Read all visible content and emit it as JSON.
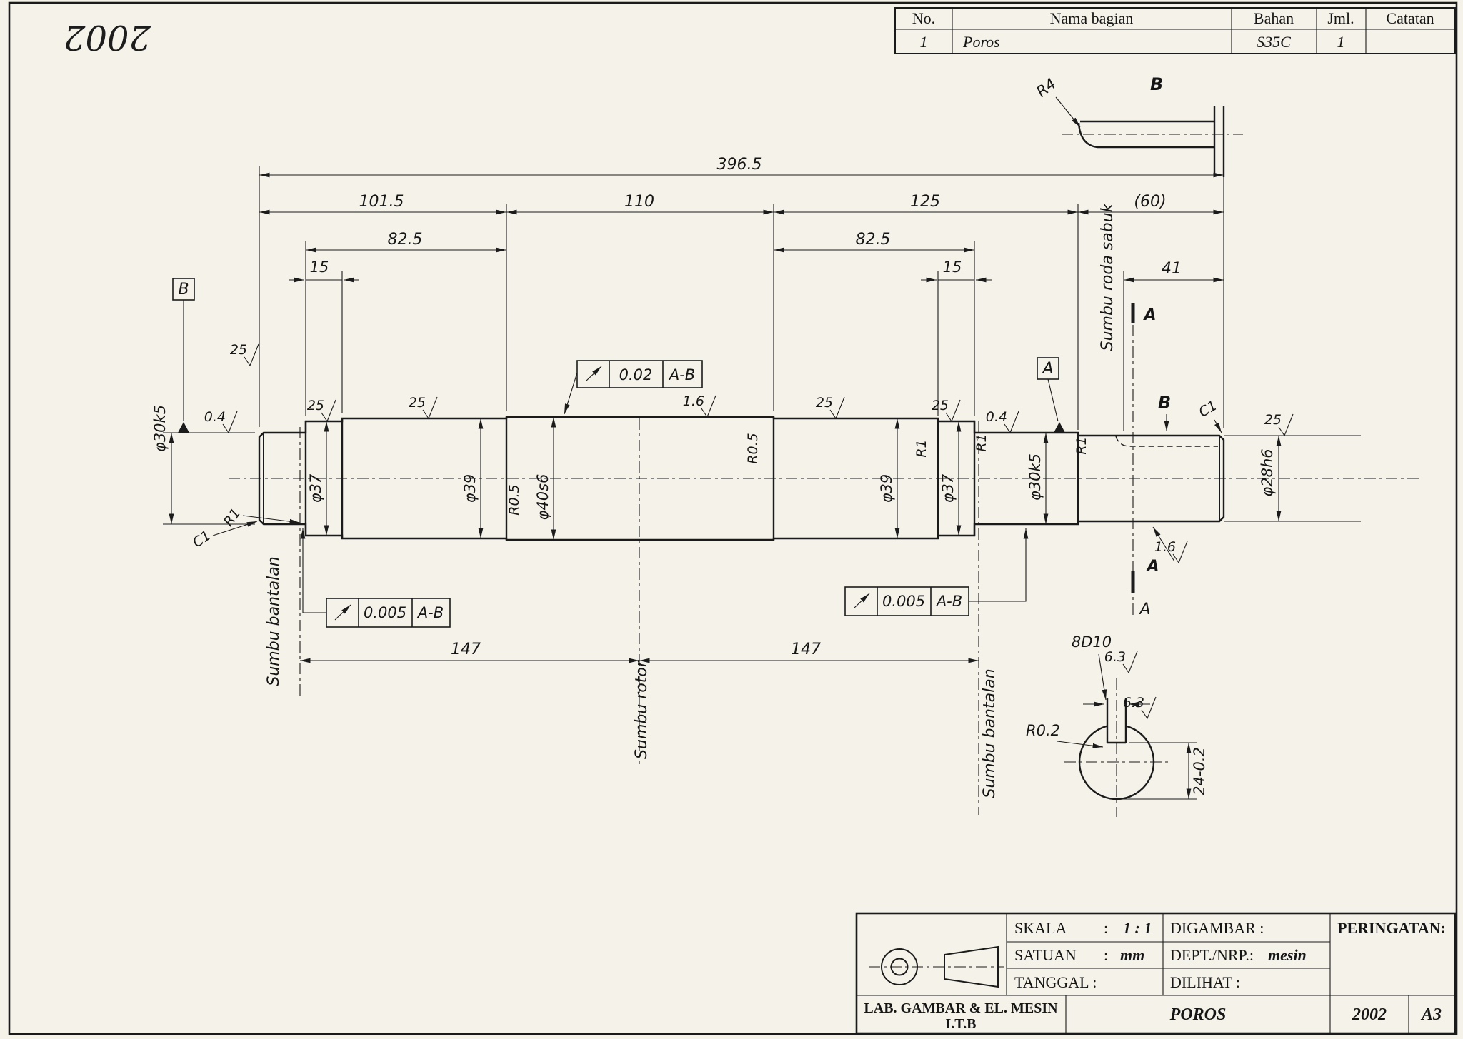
{
  "stamp_year": "2002",
  "parts_table": {
    "h_no": "No.",
    "h_name": "Nama bagian",
    "h_material": "Bahan",
    "h_qty": "Jml.",
    "h_notes": "Catatan",
    "r_no": "1",
    "r_name": "Poros",
    "r_material": "S35C",
    "r_qty": "1"
  },
  "detail_b": {
    "label": "B",
    "radius": "R4"
  },
  "dims": {
    "total": "396.5",
    "seg1": "101.5",
    "seg2": "110",
    "seg3": "125",
    "seg4": "(60)",
    "l82": "82.5",
    "r82": "82.5",
    "l15": "15",
    "r15": "15",
    "key_len": "41",
    "l147": "147",
    "r147": "147"
  },
  "dia": {
    "j_left": "φ30k5",
    "d37l": "φ37",
    "d39l": "φ39",
    "d40": "φ40s6",
    "d39r": "φ39",
    "d37r": "φ37",
    "j_right": "φ30k5",
    "d28": "φ28h6"
  },
  "ra": {
    "r25": "25",
    "r04": "0.4",
    "r16": "1.6",
    "r63": "6.3"
  },
  "fil": {
    "r1": "R1",
    "r05": "R0.5",
    "c1": "C1"
  },
  "tol": {
    "runout1": "0.02",
    "runout2": "0.005",
    "datum_ref": "A-B"
  },
  "datum": {
    "a": "A",
    "b": "B"
  },
  "axes": {
    "bearing": "Sumbu bantalan",
    "rotor": "Sumbu rotor",
    "belt": "Sumbu roda sabuk"
  },
  "key": {
    "width": "8D10",
    "fillet": "R0.2",
    "depth": "24-0.2"
  },
  "tb": {
    "skala_label": "SKALA",
    "colon": ":",
    "skala_value": "1 : 1",
    "satuan_label": "SATUAN",
    "satuan_value": "mm",
    "tanggal_label": "TANGGAL :",
    "digambar_label": "DIGAMBAR :",
    "dept_label": "DEPT./NRP.:",
    "dept_value": "mesin",
    "dilihat_label": "DILIHAT :",
    "peringatan_label": "PERINGATAN:",
    "lab_line1": "LAB. GAMBAR & EL. MESIN",
    "lab_line2": "I.T.B",
    "part_name": "POROS",
    "year": "2002",
    "paper_size": "A3"
  }
}
